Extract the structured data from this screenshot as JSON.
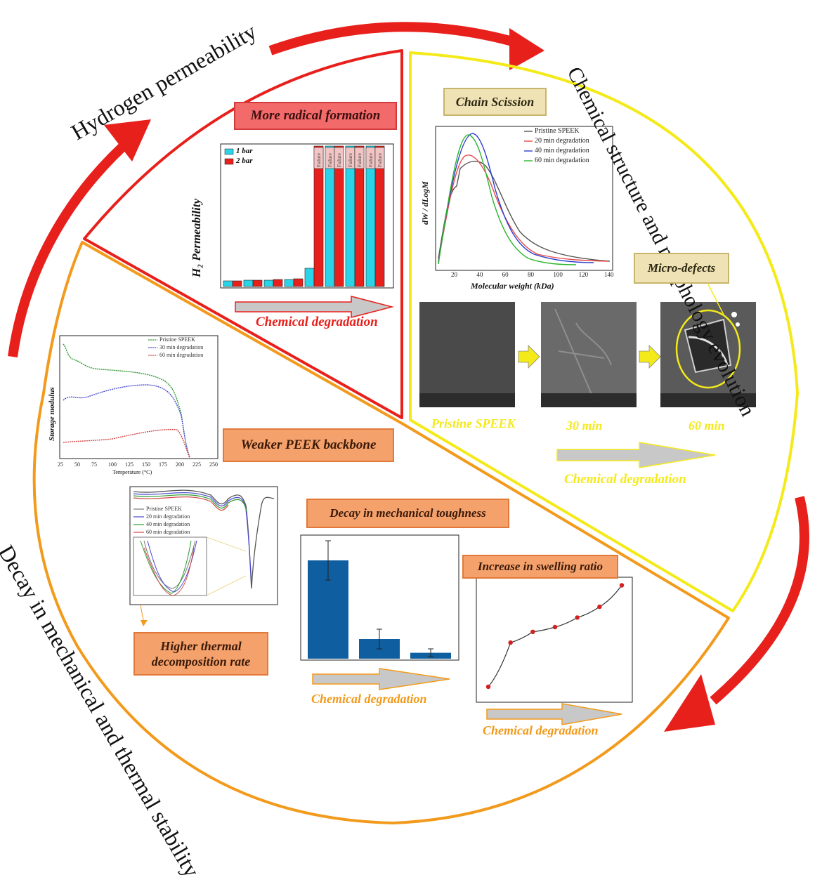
{
  "cycle_labels": {
    "hydrogen": "Hydrogen permeability",
    "chemical": "Chemical structure and morphology evolution",
    "mechanical": "Decay in mechanical and thermal stability"
  },
  "boxes": {
    "radical": "More radical formation",
    "chain_scission": "Chain Scission",
    "micro_defects": "Micro-defects",
    "weaker_backbone": "Weaker PEEK backbone",
    "mech_toughness": "Decay in mechanical toughness",
    "swelling": "Increase in swelling ratio",
    "thermal_line1": "Higher thermal",
    "thermal_line2": "decomposition rate"
  },
  "arrow_labels": {
    "h2": "Chemical degradation",
    "sem": "Chemical degradation",
    "mech": "Chemical degradation",
    "swell": "Chemical degradation"
  },
  "sem_labels": [
    "Pristine SPEEK",
    "30 min",
    "60 min"
  ],
  "colors": {
    "red": "#e8201c",
    "yellow": "#f4ea1a",
    "orange": "#f29a1c",
    "bar_blue": "#0f5fa0",
    "cyan": "#29d3e8"
  },
  "chart_data": [
    {
      "type": "bar",
      "ylabel": "H₂ Permeability",
      "series": [
        {
          "name": "1 bar",
          "values": [
            0.04,
            0.045,
            0.045,
            0.05,
            0.13,
            1,
            1,
            1
          ]
        },
        {
          "name": "2 bar",
          "values": [
            0.04,
            0.045,
            0.05,
            0.055,
            1,
            1,
            1,
            1
          ]
        }
      ],
      "fail_label": "Failure"
    },
    {
      "type": "line",
      "xlabel": "Molecular weight (kDa)",
      "ylabel": "dW / dLogM",
      "x_ticks": [
        "20",
        "40",
        "60",
        "80",
        "100",
        "120",
        "140"
      ],
      "series": [
        {
          "name": "Pristine SPEEK",
          "color": "#555555"
        },
        {
          "name": "20 min degradation",
          "color": "#e84a4a"
        },
        {
          "name": "40 min degradation",
          "color": "#2b3fd0"
        },
        {
          "name": "60 min degradation",
          "color": "#2cb52c"
        }
      ]
    },
    {
      "type": "line",
      "xlabel": "Temperature (°C)",
      "ylabel": "Storage modulus",
      "x_ticks": [
        "25",
        "50",
        "75",
        "100",
        "125",
        "150",
        "175",
        "200",
        "225",
        "250"
      ],
      "series": [
        {
          "name": "Pristine SPEEK",
          "color": "#2e9b2e"
        },
        {
          "name": "30 min degradation",
          "color": "#4a4ad0"
        },
        {
          "name": "60 min degradation",
          "color": "#d04a4a"
        }
      ]
    },
    {
      "type": "line",
      "series": [
        {
          "name": "Pristine SPEEK",
          "color": "#777777"
        },
        {
          "name": "20 min degradation",
          "color": "#4a4ad0"
        },
        {
          "name": "40 min degradation",
          "color": "#2e9b2e"
        },
        {
          "name": "60 min degradation",
          "color": "#d04a4a"
        }
      ]
    },
    {
      "type": "bar",
      "values": [
        1.0,
        0.2,
        0.06
      ],
      "errors": [
        0.2,
        0.1,
        0.04
      ]
    },
    {
      "type": "scatter",
      "values": [
        0.1,
        0.47,
        0.56,
        0.6,
        0.68,
        0.77,
        0.95
      ]
    }
  ]
}
